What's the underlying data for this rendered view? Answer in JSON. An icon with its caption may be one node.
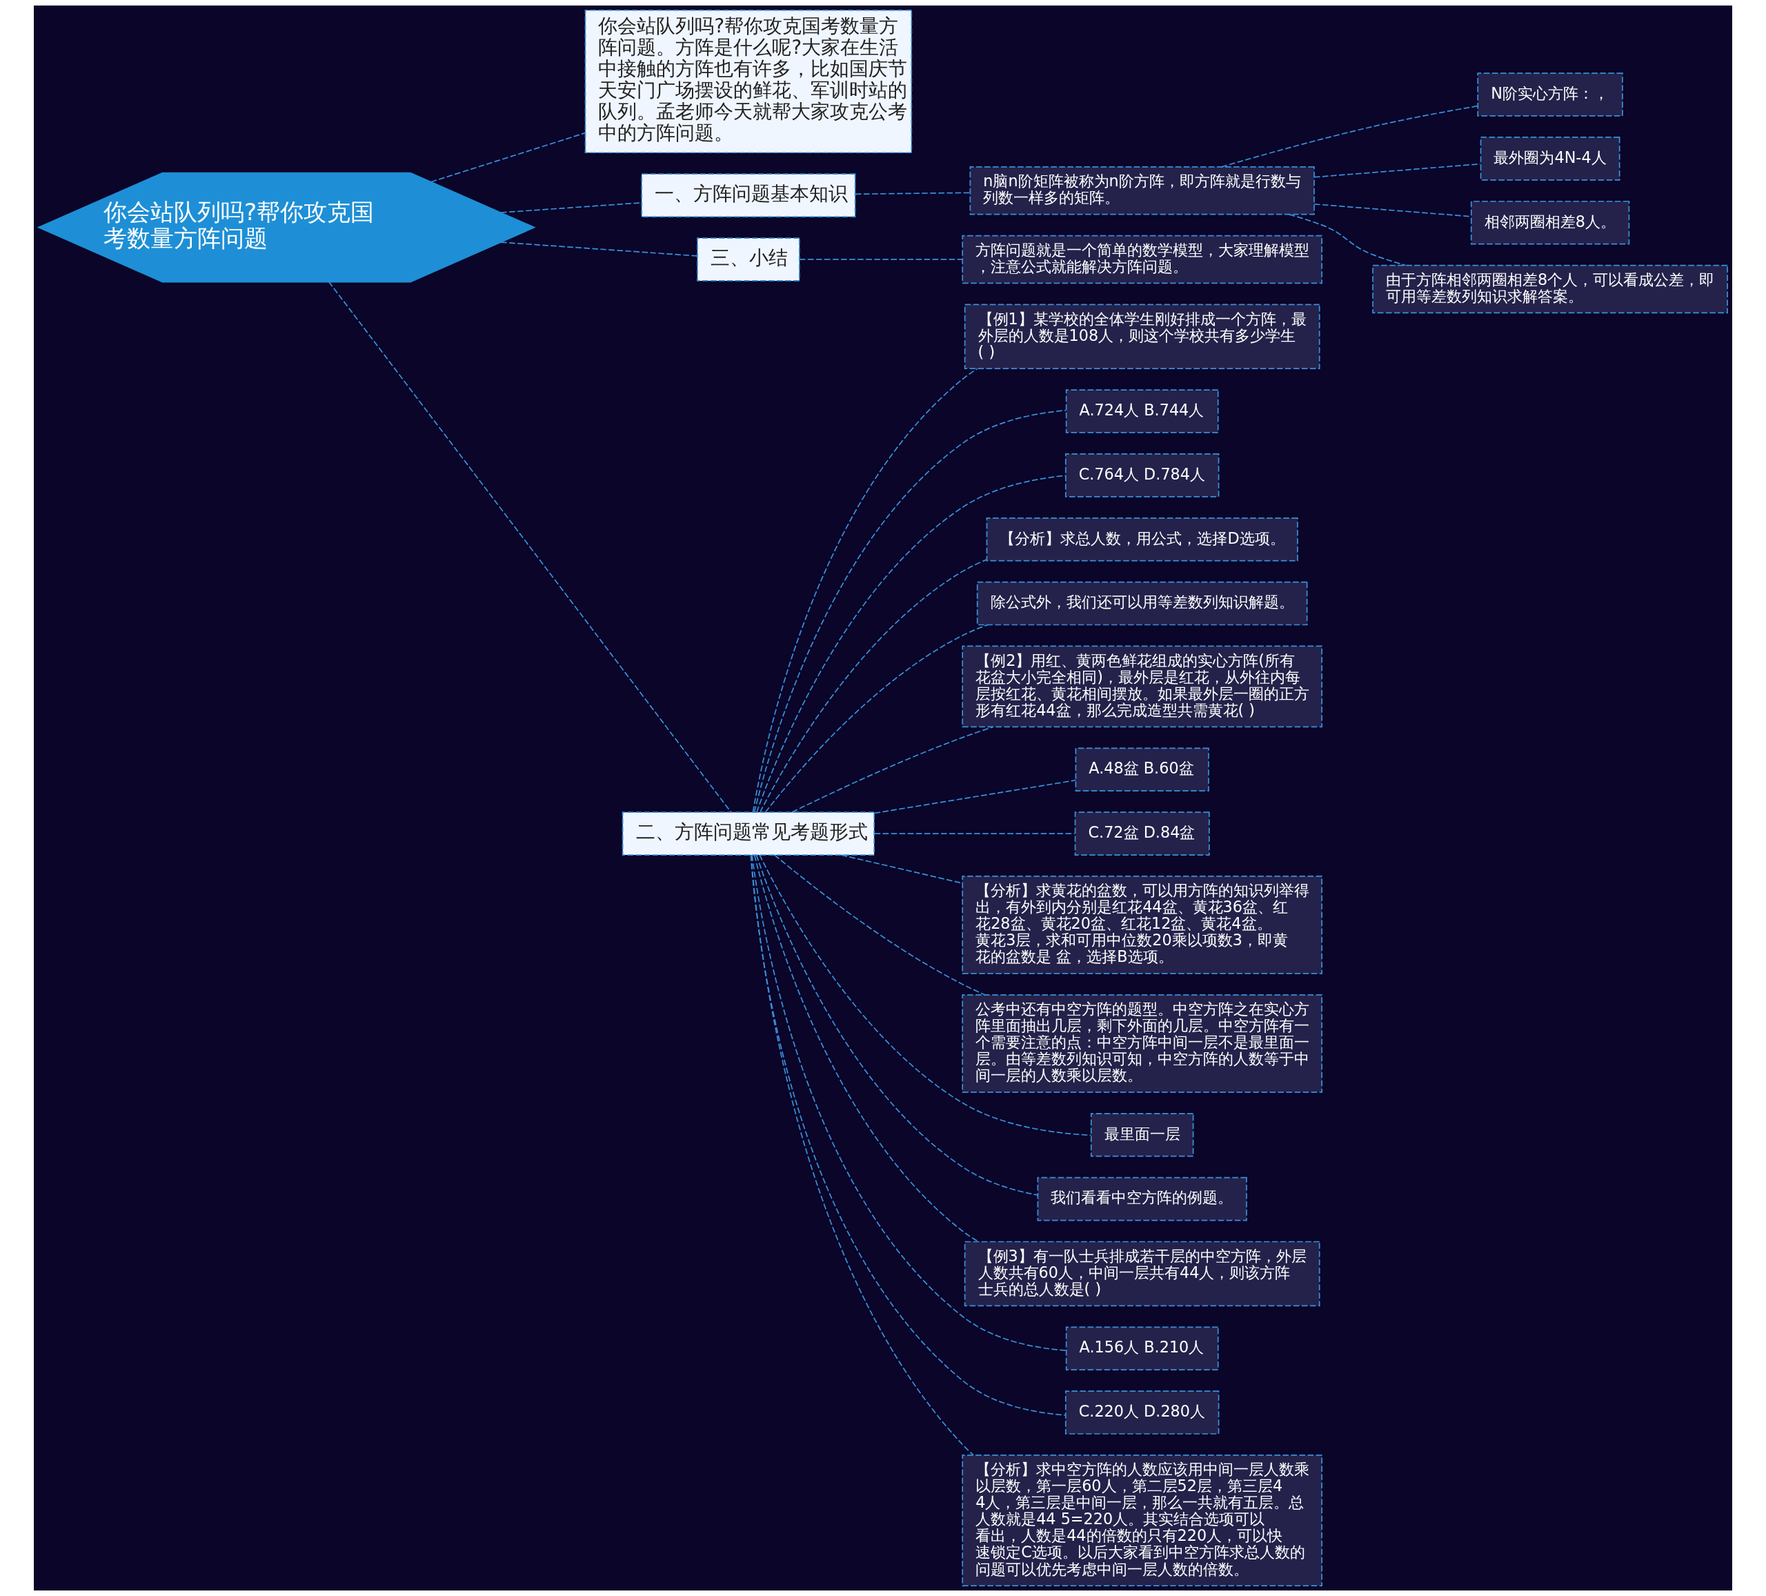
{
  "diagram": {
    "nodes": [
      {
        "text": [
          "你会站队列吗?帮你攻克国考数量方阵问题"
        ]
      },
      {
        "text": [
          "你会站队列吗?帮你攻克国考数量方阵问题。方阵是什么呢?大家在生活中接触的方阵也有许多，比如国庆节天安门广场摆设的鲜花、军训时站的队列。孟老师今天就帮大家攻克公考中的方阵问题。"
        ]
      },
      {
        "text": [
          "一、方阵问题基本知识"
        ]
      },
      {
        "text": [
          "n脑n阶矩阵被称为n阶方阵，即方阵就是行数与列数一样多的矩阵。"
        ]
      },
      {
        "text": [
          "N阶实心方阵：，"
        ]
      },
      {
        "text": [
          "最外圈为4N-4人"
        ]
      },
      {
        "text": [
          "相邻两圈相差8人。"
        ]
      },
      {
        "text": [
          "由于方阵相邻两圈相差8个人，可以看成公差，即可用等差数列知识求解答案。"
        ]
      },
      {
        "text": [
          "三、小结"
        ]
      },
      {
        "text": [
          "方阵问题就是一个简单的数学模型，大家理解模型，注意公式就能解决方阵问题。"
        ]
      },
      {
        "text": [
          "二、方阵问题常见考题形式"
        ]
      },
      {
        "text": [
          "【例1】某学校的全体学生刚好排成一个方阵，最外层的人数是108人，则这个学校共有多少学生( )"
        ]
      },
      {
        "text": [
          "A.724人 B.744人"
        ]
      },
      {
        "text": [
          "C.764人 D.784人"
        ]
      },
      {
        "text": [
          "【分析】求总人数，用公式，选择D选项。"
        ]
      },
      {
        "text": [
          "除公式外，我们还可以用等差数列知识解题。"
        ]
      },
      {
        "text": [
          "【例2】用红、黄两色鲜花组成的实心方阵(所有花盆大小完全相同)，最外层是红花，从外往内每层按红花、黄花相间摆放。如果最外层一圈的正方形有红花44盆，那么完成造型共需黄花( )"
        ]
      },
      {
        "text": [
          "A.48盆 B.60盆"
        ]
      },
      {
        "text": [
          "C.72盆 D.84盆"
        ]
      },
      {
        "text": [
          "【分析】求黄花的盆数，可以用方阵的知识列举得出，有外到内分别是红花44盆、黄花36盆、红花28盆、黄花20盆、红花12盆、黄花4盆。黄花3层，求和可用中位数20乘以项数3，即黄花的盆数是 盆，选择B选项。"
        ]
      },
      {
        "text": [
          "公考中还有中空方阵的题型。中空方阵之在实心方阵里面抽出几层，剩下外面的几层。中空方阵有一个需要注意的点：中空方阵中间一层不是最里面一层。由等差数列知识可知，中空方阵的人数等于中间一层的人数乘以层数。"
        ]
      },
      {
        "text": [
          "最里面一层"
        ]
      },
      {
        "text": [
          "我们看看中空方阵的例题。"
        ]
      },
      {
        "text": [
          "【例3】有一队士兵排成若干层的中空方阵，外层人数共有60人，中间一层共有44人，则该方阵士兵的总人数是( )"
        ]
      },
      {
        "text": [
          "A.156人 B.210人"
        ]
      },
      {
        "text": [
          "C.220人 D.280人"
        ]
      },
      {
        "text": [
          "【分析】求中空方阵的人数应该用中间一层人数乘以层数，第一层60人，第二层52层，第三层44人，第三层是中间一层，那么一共就有五层。总人数就是44 5=220人。其实结合选项可以看出，人数是44的倍数的只有220人，可以快速锁定C选项。以后大家看到中空方阵求总人数的问题可以优先考虑中间一层人数的倍数。"
        ]
      }
    ],
    "edges": [
      {
        "from": 0,
        "to": 1,
        "arrow": "none"
      },
      {
        "from": 0,
        "to": 2,
        "arrow": "none"
      },
      {
        "from": 2,
        "to": 3,
        "arrow": "none"
      },
      {
        "from": 3,
        "to": 4,
        "arrow": "none"
      },
      {
        "from": 3,
        "to": 5,
        "arrow": "none"
      },
      {
        "from": 3,
        "to": 6,
        "arrow": "none"
      },
      {
        "from": 3,
        "to": 7,
        "arrow": "none"
      },
      {
        "from": 0,
        "to": 8,
        "arrow": "none"
      },
      {
        "from": 8,
        "to": 9,
        "arrow": "none"
      },
      {
        "from": 0,
        "to": 10,
        "arrow": "none"
      },
      {
        "from": 10,
        "to": 11,
        "arrow": "none"
      },
      {
        "from": 10,
        "to": 12,
        "arrow": "none"
      },
      {
        "from": 10,
        "to": 13,
        "arrow": "none"
      },
      {
        "from": 10,
        "to": 14,
        "arrow": "none"
      },
      {
        "from": 10,
        "to": 15,
        "arrow": "none"
      },
      {
        "from": 10,
        "to": 16,
        "arrow": "none"
      },
      {
        "from": 10,
        "to": 17,
        "arrow": "none"
      },
      {
        "from": 10,
        "to": 18,
        "arrow": "none"
      },
      {
        "from": 10,
        "to": 19,
        "arrow": "none"
      },
      {
        "from": 10,
        "to": 20,
        "arrow": "none"
      },
      {
        "from": 10,
        "to": 21,
        "arrow": "none"
      },
      {
        "from": 10,
        "to": 22,
        "arrow": "none"
      },
      {
        "from": 10,
        "to": 23,
        "arrow": "none"
      },
      {
        "from": 10,
        "to": 24,
        "arrow": "none"
      },
      {
        "from": 10,
        "to": 25,
        "arrow": "none"
      },
      {
        "from": 10,
        "to": 26,
        "arrow": "none"
      }
    ]
  }
}
